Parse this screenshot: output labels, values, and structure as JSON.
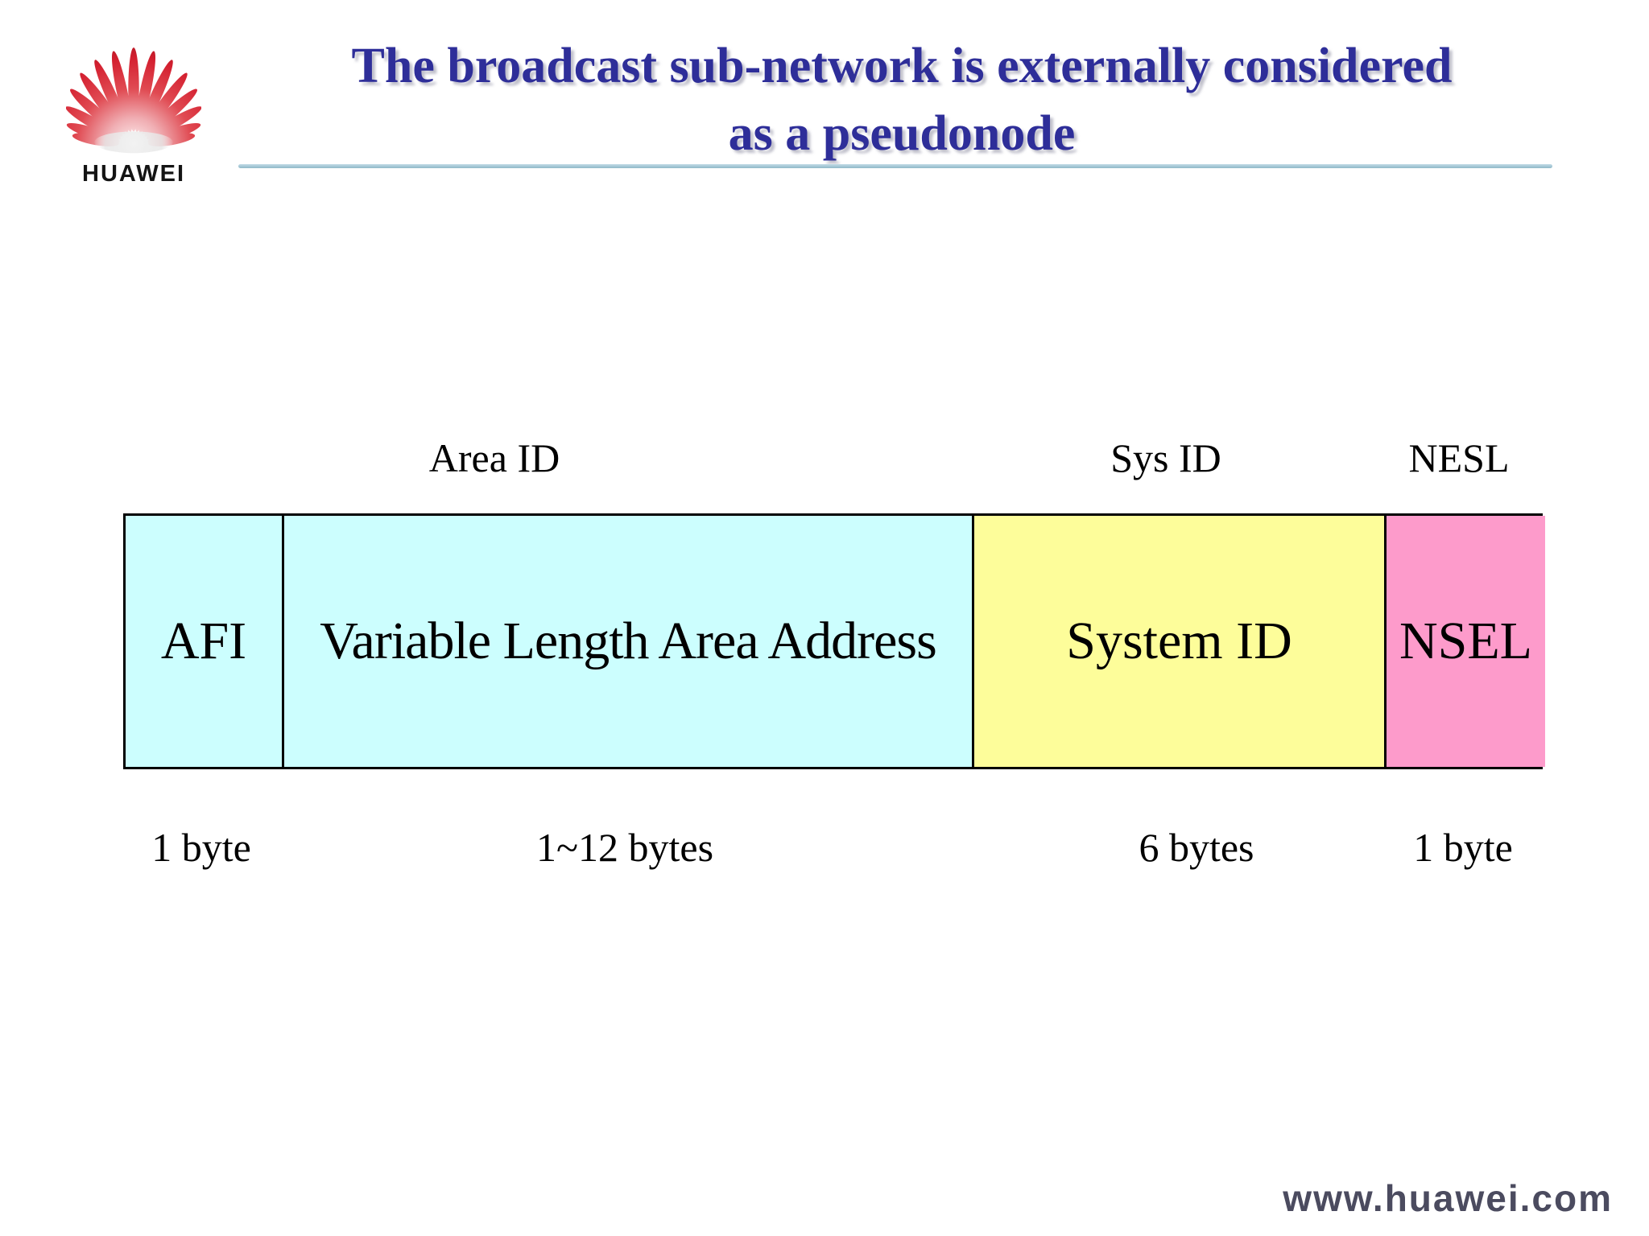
{
  "header": {
    "logo": {
      "icon": "huawei-fan-logo",
      "text": "HUAWEI",
      "petal_color": "#d42030"
    },
    "title_line1": "The broadcast sub-network is externally considered",
    "title_line2": "as a pseudonode",
    "title_color": "#2e2e99",
    "rule_color": "#8fb8c8"
  },
  "diagram": {
    "top_labels": [
      {
        "text": "Area ID"
      },
      {
        "text": "Sys ID"
      },
      {
        "text": "NESL"
      }
    ],
    "fields": [
      {
        "label": "AFI",
        "size": "1 byte",
        "fill": "#ccfefe"
      },
      {
        "label": "Variable Length Area Address",
        "size": "1~12 bytes",
        "fill": "#ccfefe"
      },
      {
        "label": "System ID",
        "size": "6 bytes",
        "fill": "#fdfd9a"
      },
      {
        "label": "NSEL",
        "size": "1 byte",
        "fill": "#fd9bcb"
      }
    ],
    "border_color": "#000000"
  },
  "footer": {
    "url": "www.huawei.com",
    "color": "#4b4b5f"
  }
}
